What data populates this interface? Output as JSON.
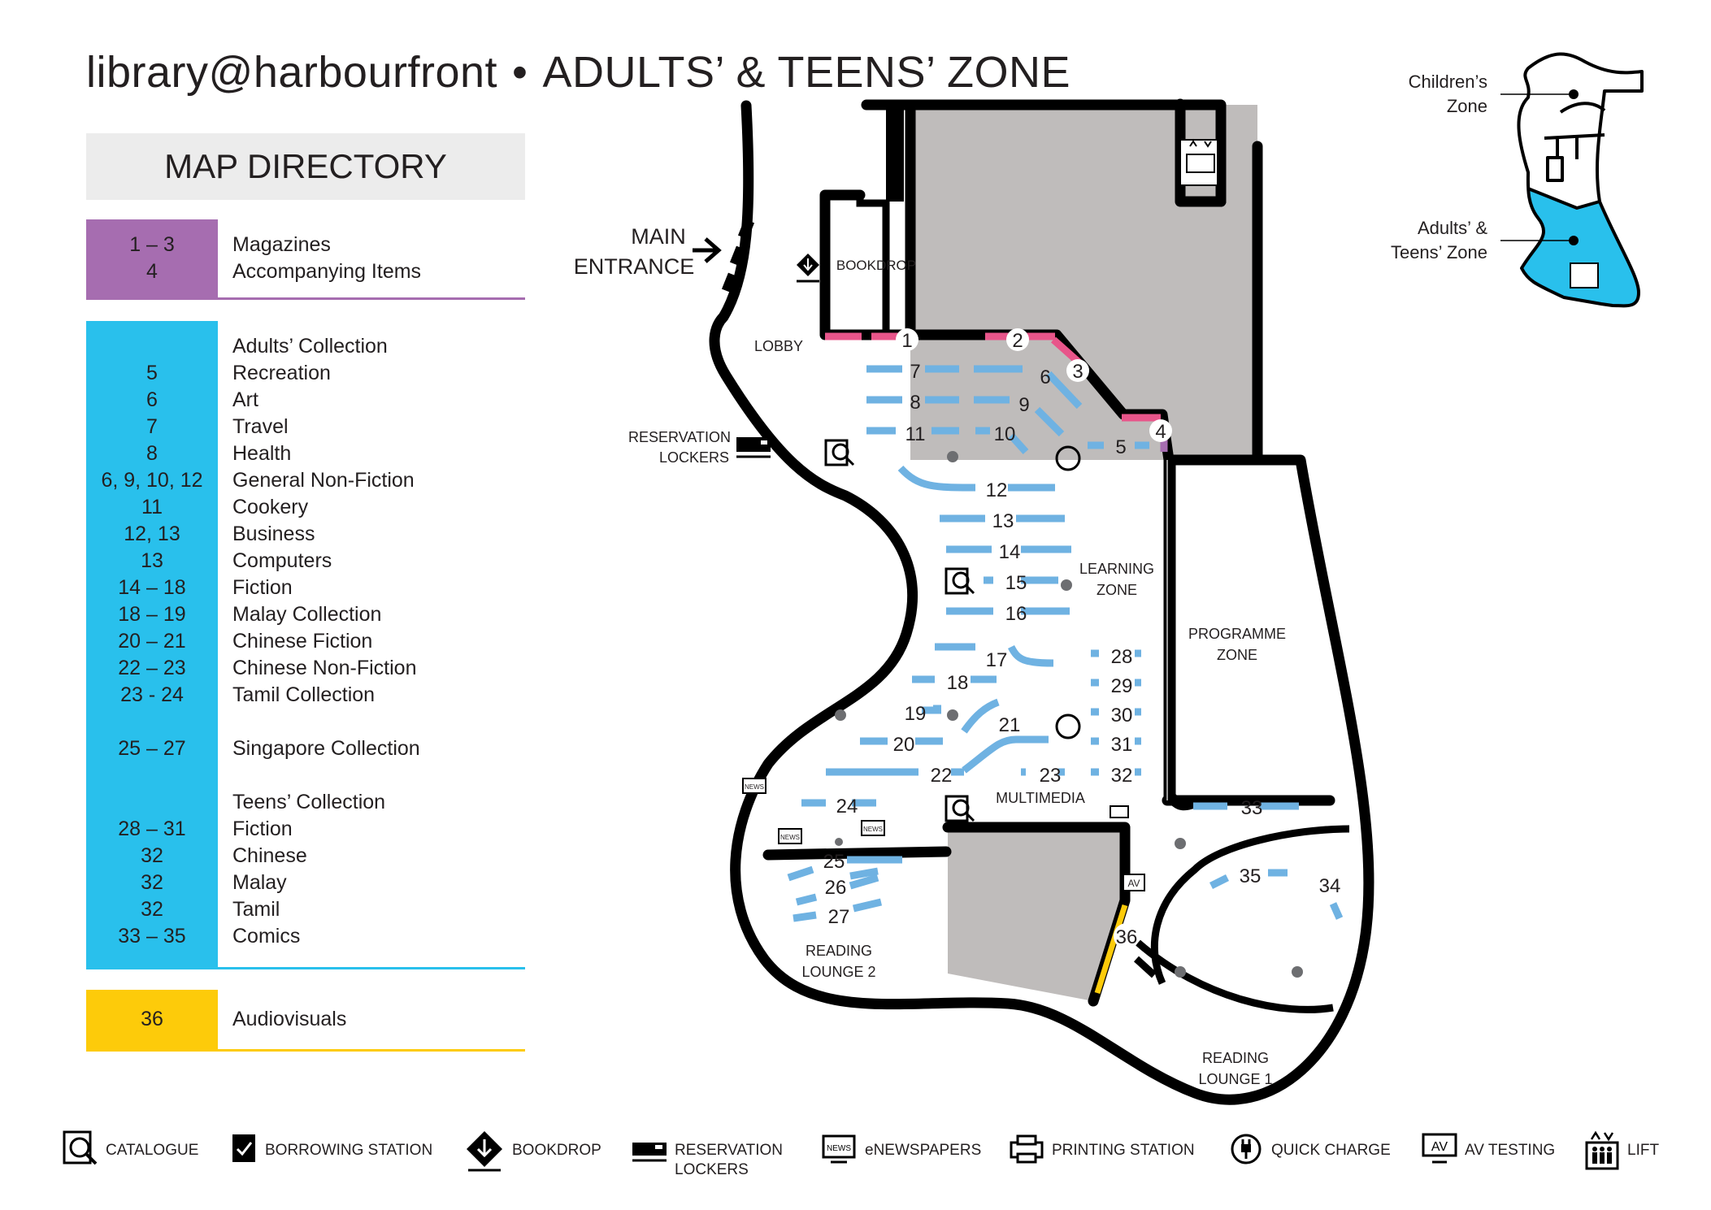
{
  "header": {
    "library": "library@harbourfront",
    "separator": "•",
    "zone": "ADULTS’ & TEENS’ ZONE"
  },
  "directory": {
    "title": "MAP DIRECTORY",
    "groups": [
      {
        "color": "#a66db0",
        "rows": [
          {
            "num": "1 – 3",
            "label": "Magazines"
          },
          {
            "num": "4",
            "label": "Accompanying Items"
          }
        ]
      },
      {
        "color": "#29c0ec",
        "rows": [
          {
            "num": "",
            "label": "Adults’ Collection"
          },
          {
            "num": "5",
            "label": "Recreation"
          },
          {
            "num": "6",
            "label": "Art"
          },
          {
            "num": "7",
            "label": "Travel"
          },
          {
            "num": "8",
            "label": "Health"
          },
          {
            "num": "6, 9, 10, 12",
            "label": "General Non-Fiction"
          },
          {
            "num": "11",
            "label": "Cookery"
          },
          {
            "num": "12, 13",
            "label": "Business"
          },
          {
            "num": "13",
            "label": "Computers"
          },
          {
            "num": "14 – 18",
            "label": "Fiction"
          },
          {
            "num": "18 – 19",
            "label": "Malay Collection"
          },
          {
            "num": "20 – 21",
            "label": "Chinese Fiction"
          },
          {
            "num": "22 – 23",
            "label": "Chinese Non-Fiction"
          },
          {
            "num": "23 - 24",
            "label": "Tamil Collection"
          },
          {
            "num": "25 – 27",
            "label": "Singapore Collection"
          },
          {
            "num": "",
            "label": "Teens’ Collection"
          },
          {
            "num": "28 – 31",
            "label": "Fiction"
          },
          {
            "num": "32",
            "label": "Chinese"
          },
          {
            "num": "32",
            "label": "Malay"
          },
          {
            "num": "32",
            "label": "Tamil"
          },
          {
            "num": "33 – 35",
            "label": "Comics"
          }
        ]
      },
      {
        "color": "#fdcb0a",
        "rows": [
          {
            "num": "36",
            "label": "Audiovisuals"
          }
        ]
      }
    ]
  },
  "map": {
    "labels": {
      "main_entrance_1": "MAIN",
      "main_entrance_2": "ENTRANCE",
      "bookdrop": "BOOKDROP",
      "lobby": "LOBBY",
      "reservation_1": "RESERVATION",
      "reservation_2": "LOCKERS",
      "learning_1": "LEARNING",
      "learning_2": "ZONE",
      "programme_1": "PROGRAMME",
      "programme_2": "ZONE",
      "multimedia": "MULTIMEDIA",
      "reading2_1": "READING",
      "reading2_2": "LOUNGE 2",
      "reading1_1": "READING",
      "reading1_2": "LOUNGE 1",
      "news": "NEWS",
      "av": "AV"
    },
    "shelf_numbers": [
      "1",
      "2",
      "3",
      "4",
      "5",
      "6",
      "7",
      "8",
      "9",
      "10",
      "11",
      "12",
      "13",
      "14",
      "15",
      "16",
      "17",
      "18",
      "19",
      "20",
      "21",
      "22",
      "23",
      "24",
      "25",
      "26",
      "27",
      "28",
      "29",
      "30",
      "31",
      "32",
      "33",
      "34",
      "35",
      "36"
    ],
    "colors": {
      "magazines": "#e8558a",
      "shelves": "#6fb2e2",
      "av": "#fdcb0a",
      "blocked": "#bfbcbb",
      "walls": "#000000"
    }
  },
  "inset": {
    "children_1": "Children’s",
    "children_2": "Zone",
    "adults_1": "Adults’ &",
    "adults_2": "Teens’ Zone",
    "highlight": "#29c0ec"
  },
  "legend": [
    {
      "icon": "catalogue-icon",
      "line1": "CATALOGUE",
      "line2": ""
    },
    {
      "icon": "borrowing-station-icon",
      "line1": "BORROWING STATION",
      "line2": ""
    },
    {
      "icon": "bookdrop-icon",
      "line1": "BOOKDROP",
      "line2": ""
    },
    {
      "icon": "reservation-lockers-icon",
      "line1": "RESERVATION",
      "line2": "LOCKERS"
    },
    {
      "icon": "enewspapers-icon",
      "line1": "eNEWSPAPERS",
      "line2": ""
    },
    {
      "icon": "printing-station-icon",
      "line1": "PRINTING STATION",
      "line2": ""
    },
    {
      "icon": "quick-charge-icon",
      "line1": "QUICK CHARGE",
      "line2": ""
    },
    {
      "icon": "av-testing-icon",
      "line1": "AV TESTING",
      "line2": ""
    },
    {
      "icon": "lift-icon",
      "line1": "LIFT",
      "line2": ""
    }
  ]
}
